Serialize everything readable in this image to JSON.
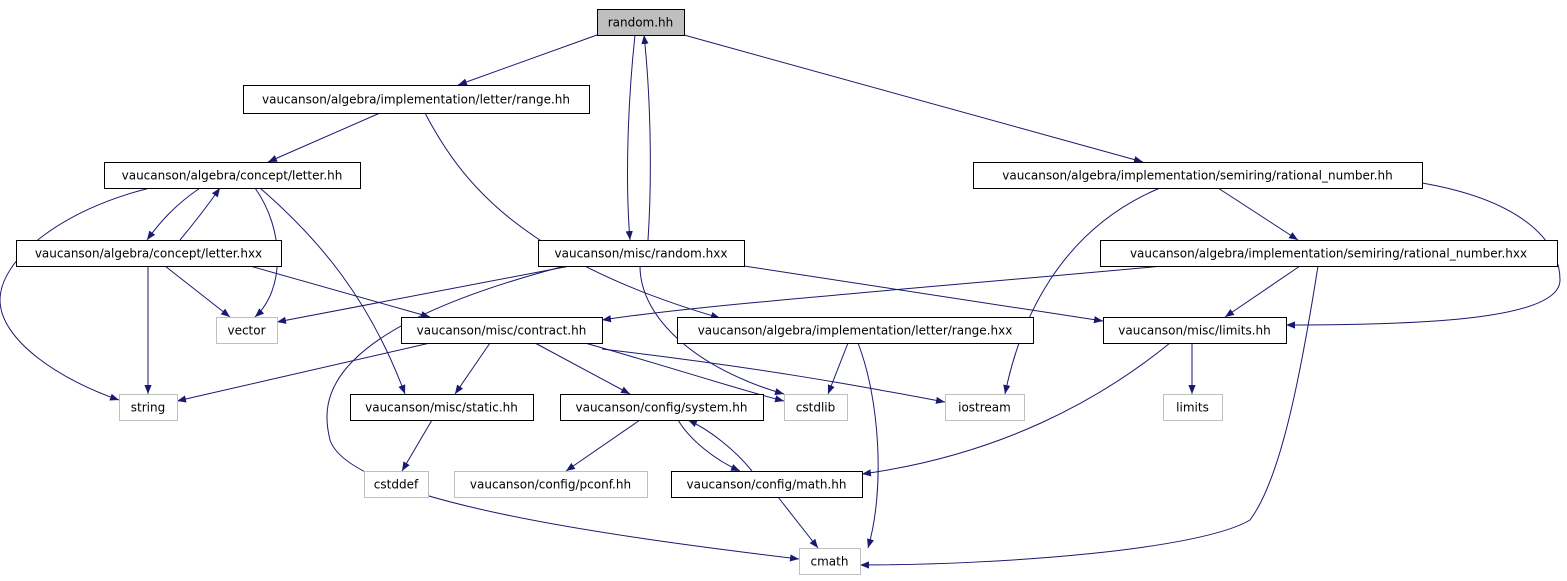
{
  "colors": {
    "edge": "#191970",
    "root_fill": "#bfbfbf",
    "node_stroke": "#000000",
    "external_stroke": "#bfbfbf",
    "external_text": "#000000"
  },
  "nodes": [
    {
      "id": "random_hh",
      "label": "random.hh",
      "kind": "root"
    },
    {
      "id": "letter_range_hh",
      "label": "vaucanson/algebra/implementation/letter/range.hh",
      "kind": "file"
    },
    {
      "id": "letter_hh",
      "label": "vaucanson/algebra/concept/letter.hh",
      "kind": "file"
    },
    {
      "id": "rational_number_hh",
      "label": "vaucanson/algebra/implementation/semiring/rational_number.hh",
      "kind": "file"
    },
    {
      "id": "letter_hxx",
      "label": "vaucanson/algebra/concept/letter.hxx",
      "kind": "file"
    },
    {
      "id": "random_hxx",
      "label": "vaucanson/misc/random.hxx",
      "kind": "file"
    },
    {
      "id": "rational_number_hxx",
      "label": "vaucanson/algebra/implementation/semiring/rational_number.hxx",
      "kind": "file"
    },
    {
      "id": "vector",
      "label": "vector",
      "kind": "external"
    },
    {
      "id": "contract_hh",
      "label": "vaucanson/misc/contract.hh",
      "kind": "file"
    },
    {
      "id": "letter_range_hxx",
      "label": "vaucanson/algebra/implementation/letter/range.hxx",
      "kind": "file"
    },
    {
      "id": "limits_hh",
      "label": "vaucanson/misc/limits.hh",
      "kind": "file"
    },
    {
      "id": "string",
      "label": "string",
      "kind": "external"
    },
    {
      "id": "static_hh",
      "label": "vaucanson/misc/static.hh",
      "kind": "file"
    },
    {
      "id": "system_hh",
      "label": "vaucanson/config/system.hh",
      "kind": "file"
    },
    {
      "id": "cstdlib",
      "label": "cstdlib",
      "kind": "external"
    },
    {
      "id": "iostream",
      "label": "iostream",
      "kind": "external"
    },
    {
      "id": "limits",
      "label": "limits",
      "kind": "external"
    },
    {
      "id": "cstddef",
      "label": "cstddef",
      "kind": "external"
    },
    {
      "id": "pconf_hh",
      "label": "vaucanson/config/pconf.hh",
      "kind": "external"
    },
    {
      "id": "math_hh",
      "label": "vaucanson/config/math.hh",
      "kind": "file"
    },
    {
      "id": "cmath",
      "label": "cmath",
      "kind": "external"
    }
  ],
  "edges": [
    {
      "from": "random_hh",
      "to": "letter_range_hh"
    },
    {
      "from": "random_hh",
      "to": "rational_number_hh"
    },
    {
      "from": "random_hh",
      "to": "random_hxx"
    },
    {
      "from": "random_hxx",
      "to": "random_hh"
    },
    {
      "from": "letter_range_hh",
      "to": "letter_hh"
    },
    {
      "from": "letter_range_hh",
      "to": "letter_range_hxx"
    },
    {
      "from": "letter_hh",
      "to": "letter_hxx"
    },
    {
      "from": "letter_hxx",
      "to": "letter_hh"
    },
    {
      "from": "letter_hh",
      "to": "string"
    },
    {
      "from": "letter_hh",
      "to": "vector"
    },
    {
      "from": "letter_hh",
      "to": "static_hh"
    },
    {
      "from": "letter_hxx",
      "to": "vector"
    },
    {
      "from": "letter_hxx",
      "to": "string"
    },
    {
      "from": "letter_hxx",
      "to": "contract_hh"
    },
    {
      "from": "rational_number_hh",
      "to": "rational_number_hxx"
    },
    {
      "from": "rational_number_hh",
      "to": "iostream"
    },
    {
      "from": "rational_number_hh",
      "to": "limits_hh"
    },
    {
      "from": "random_hxx",
      "to": "vector"
    },
    {
      "from": "random_hxx",
      "to": "limits_hh"
    },
    {
      "from": "random_hxx",
      "to": "cstdlib"
    },
    {
      "from": "random_hxx",
      "to": "cmath"
    },
    {
      "from": "rational_number_hxx",
      "to": "contract_hh"
    },
    {
      "from": "rational_number_hxx",
      "to": "limits_hh"
    },
    {
      "from": "rational_number_hxx",
      "to": "cmath"
    },
    {
      "from": "contract_hh",
      "to": "string"
    },
    {
      "from": "contract_hh",
      "to": "static_hh"
    },
    {
      "from": "contract_hh",
      "to": "system_hh"
    },
    {
      "from": "contract_hh",
      "to": "cstdlib"
    },
    {
      "from": "contract_hh",
      "to": "iostream"
    },
    {
      "from": "letter_range_hxx",
      "to": "cstdlib"
    },
    {
      "from": "letter_range_hxx",
      "to": "cmath"
    },
    {
      "from": "limits_hh",
      "to": "limits"
    },
    {
      "from": "limits_hh",
      "to": "math_hh"
    },
    {
      "from": "static_hh",
      "to": "cstddef"
    },
    {
      "from": "system_hh",
      "to": "pconf_hh"
    },
    {
      "from": "system_hh",
      "to": "math_hh"
    },
    {
      "from": "math_hh",
      "to": "system_hh"
    },
    {
      "from": "math_hh",
      "to": "cmath"
    }
  ]
}
